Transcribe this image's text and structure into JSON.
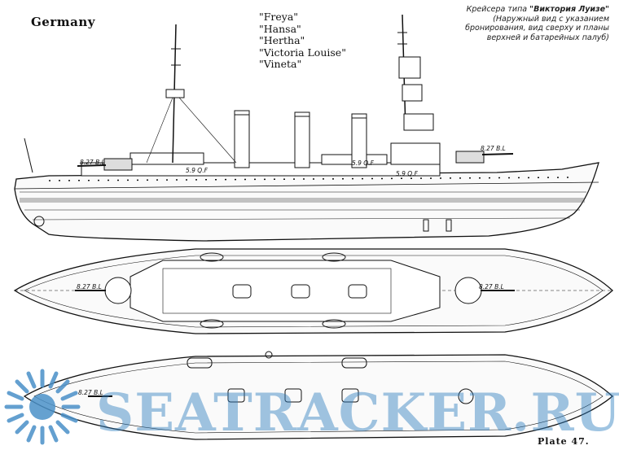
{
  "header": {
    "country": "Germany",
    "ship_names": [
      "\"Freya\"",
      "\"Hansa\"",
      "\"Hertha\"",
      "\"Victoria Louise\"",
      "\"Vineta\""
    ]
  },
  "caption": {
    "line1_prefix": "Крейсера типа ",
    "line1_name": "\"Виктория Луизе\"",
    "line2": "(Наружный вид с указанием",
    "line3": "бронирования, вид сверху и планы",
    "line4": "верхней и батарейных палуб)"
  },
  "gun_labels": {
    "profile_fore": "8.27 B.L",
    "profile_aft": "8.27 B.L",
    "casemate_1": "5.9 Q.F",
    "casemate_2": "5.9 Q.F",
    "casemate_3": "5.9 Q.F",
    "upper_fore": "8.27 B.L",
    "upper_aft": "8.27 B.L",
    "lower_fore": "8.27 B.L"
  },
  "plate_number": "Plate 47.",
  "watermark": {
    "text": "SEATRACKER.RU",
    "color": "#2f7fc0"
  }
}
